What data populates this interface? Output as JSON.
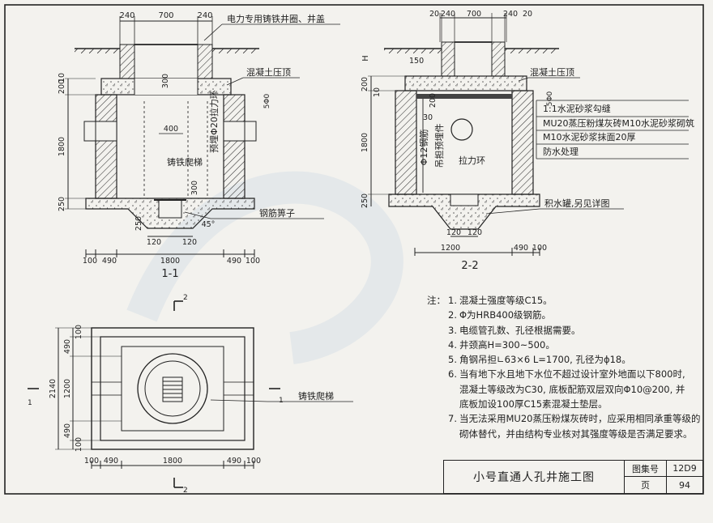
{
  "section_1_1": {
    "title": "1-1",
    "top_dims": [
      "240",
      "700",
      "240"
    ],
    "label_cover": "电力专用铸铁井圈、井盖",
    "label_cap": "混凝土压顶",
    "label_pull_ring": "预埋Φ20拉力环",
    "label_ladder": "铸铁爬梯",
    "label_grate": "钢筋箅子",
    "dim_300_a": "300",
    "dim_400": "400",
    "dim_300_b": "300",
    "left_dims": [
      "10",
      "200",
      "1800",
      "250"
    ],
    "bottom_small": [
      "250",
      "120",
      "120"
    ],
    "angle": "45°",
    "bottom_dims": [
      "100",
      "490",
      "1800",
      "490",
      "100"
    ],
    "wall_mark": "5Φ0"
  },
  "section_2_2": {
    "title": "2-2",
    "top_dims": [
      "20",
      "240",
      "700",
      "240",
      "20"
    ],
    "label_cap": "混凝土压顶",
    "label_h": "H",
    "dim_150": "150",
    "dim_30": "30",
    "dim_200_in": "200",
    "label_rebar": "Φ12钢筋",
    "label_embed": "吊担预埋件",
    "label_pull_ring": "拉力环",
    "label_tank": "积水罐,另见详图",
    "legend": [
      "1:1水泥砂浆勾缝",
      "MU20蒸压粉煤灰砖M10水泥砂浆砌筑",
      "M10水泥砂浆抹面20厚",
      "防水处理"
    ],
    "left_dims": [
      "10",
      "200",
      "1800",
      "250"
    ],
    "bottom_dims_a": [
      "120",
      "120"
    ],
    "bottom_dims_b": [
      "1200",
      "490",
      "100"
    ],
    "wall_mark": "5Φ0"
  },
  "plan": {
    "label_ladder": "铸铁爬梯",
    "left_dims": [
      "490",
      "100",
      "1200",
      "2140",
      "100",
      "490"
    ],
    "bottom_dims": [
      "100",
      "490",
      "1800",
      "490",
      "100"
    ],
    "marks": [
      "1",
      "1",
      "2",
      "2"
    ]
  },
  "notes": {
    "lead": "注：",
    "items": [
      {
        "num": "1.",
        "lines": [
          "混凝土强度等级C15。"
        ]
      },
      {
        "num": "2.",
        "lines": [
          "Φ为HRB400级钢筋。"
        ]
      },
      {
        "num": "3.",
        "lines": [
          "电缆管孔数、孔径根据需要。"
        ]
      },
      {
        "num": "4.",
        "lines": [
          "井颈高H=300~500。"
        ]
      },
      {
        "num": "5.",
        "lines": [
          "角钢吊担∟63×6 L=1700, 孔径为ϕ18。"
        ]
      },
      {
        "num": "6.",
        "lines": [
          "当有地下水且地下水位不超过设计室外地面以下800时,",
          "混凝土等级改为C30, 底板配筋双层双向Φ10@200, 并",
          "底板加设100厚C15素混凝土垫层。"
        ]
      },
      {
        "num": "7.",
        "lines": [
          "当无法采用MU20蒸压粉煤灰砖时，应采用相同承重等级的",
          "砌体替代，并由结构专业核对其强度等级是否满足要求。"
        ]
      }
    ]
  },
  "title_block": {
    "title": "小号直通人孔井施工图",
    "atlas_label": "图集号",
    "atlas_value": "12D9",
    "page_label": "页",
    "page_value": "94"
  }
}
